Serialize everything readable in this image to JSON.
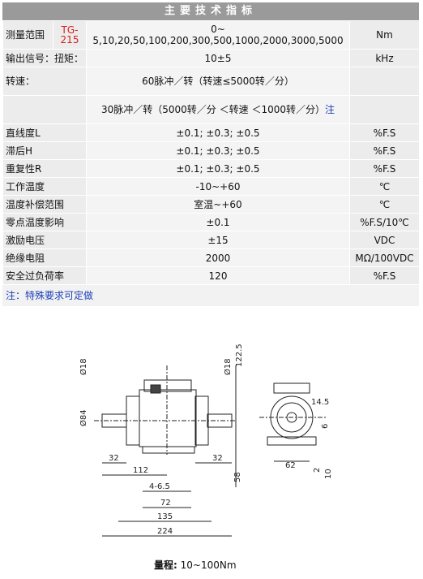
{
  "table": {
    "title": "主要技术指标",
    "rows": [
      {
        "label": "测量范围",
        "model": "TG-215",
        "value": "0~\n5,10,20,50,100,200,300,500,1000,2000,3000,5000",
        "unit": "Nm"
      },
      {
        "label": "输出信号：扭矩：",
        "value": "10±5",
        "unit": "kHz"
      },
      {
        "label": "转速：",
        "value": "60脉冲／转（转速≤5000转／分）",
        "unit": ""
      },
      {
        "label": "",
        "value": "30脉冲／转（5000转／分 ＜转速 ＜1000转／分）",
        "value_note": "注",
        "unit": ""
      },
      {
        "label": "直线度L",
        "value": "±0.1; ±0.3; ±0.5",
        "unit": "%F.S"
      },
      {
        "label": "滞后H",
        "value": "±0.1; ±0.3; ±0.5",
        "unit": "%F.S"
      },
      {
        "label": "重复性R",
        "value": "±0.1; ±0.3; ±0.5",
        "unit": "%F.S"
      },
      {
        "label": "工作温度",
        "value": "-10~+60",
        "unit": "℃"
      },
      {
        "label": "温度补偿范围",
        "value": "室温~+60",
        "unit": "℃"
      },
      {
        "label": "零点温度影响",
        "value": "±0.1",
        "unit": "%F.S/10℃"
      },
      {
        "label": "激励电压",
        "value": "±15",
        "unit": "VDC"
      },
      {
        "label": "绝缘电阻",
        "value": "2000",
        "unit": "MΩ/100VDC"
      },
      {
        "label": "安全过负荷率",
        "value": "120",
        "unit": "%F.S"
      }
    ],
    "note": "注：特殊要求可定做"
  },
  "drawing": {
    "dims": {
      "d18_left": "Ø18",
      "d84": "Ø84",
      "d18_right": "Ø18",
      "h122_5": "122.5",
      "w14_5": "14.5",
      "h6": "6",
      "h10": "10",
      "h2": "2",
      "w62": "62",
      "d32_left": "32",
      "d112": "112",
      "d32_right": "32",
      "d4_6_5": "4-6.5",
      "d72": "72",
      "d135": "135",
      "d224": "224",
      "h58": "58"
    },
    "caption_label": "量程:",
    "caption_value": "10~100Nm"
  }
}
